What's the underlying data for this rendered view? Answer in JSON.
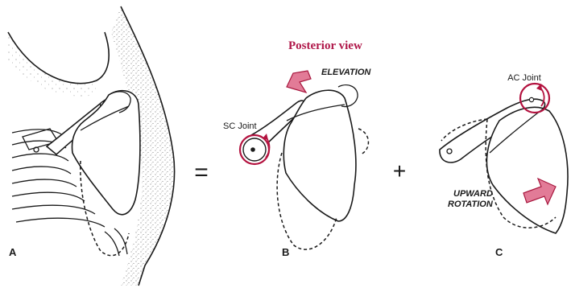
{
  "title": "Posterior view",
  "labels": {
    "elevation": "ELEVATION",
    "sc_joint": "SC Joint",
    "ac_joint": "AC Joint",
    "upward_rotation_line1": "UPWARD",
    "upward_rotation_line2": "ROTATION"
  },
  "symbols": {
    "equals": "=",
    "plus": "+"
  },
  "panels": {
    "a": "A",
    "b": "B",
    "c": "C"
  },
  "colors": {
    "title": "#b0184a",
    "arrow_fill": "#e27b97",
    "arrow_stroke": "#a8183f",
    "joint_circle": "#b3123f",
    "ink": "#1a1a1a"
  }
}
